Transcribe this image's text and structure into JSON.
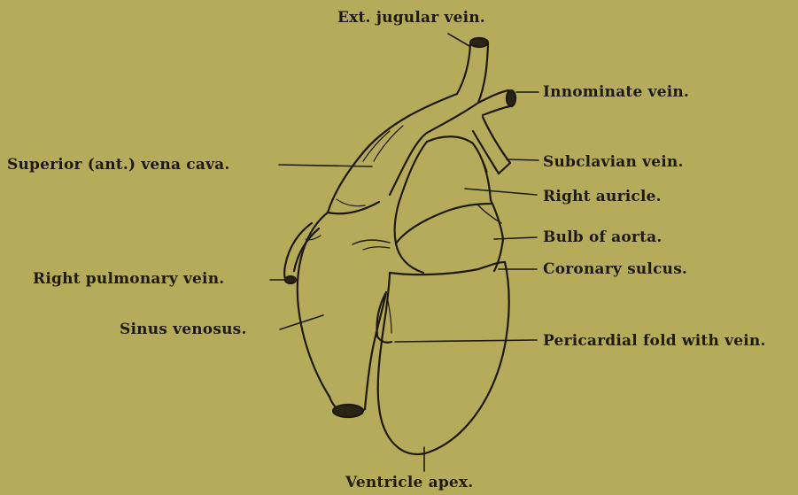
{
  "diagram": {
    "labels": {
      "ext_jugular_vein": "Ext. jugular vein.",
      "innominate_vein": "Innominate vein.",
      "superior_vena_cava": "Superior (ant.) vena cava.",
      "subclavian_vein": "Subclavian vein.",
      "right_auricle": "Right auricle.",
      "bulb_of_aorta": "Bulb of aorta.",
      "right_pulmonary_vein": "Right pulmonary vein.",
      "coronary_sulcus": "Coronary sulcus.",
      "sinus_venosus": "Sinus venosus.",
      "pericardial_fold": "Pericardial fold with vein.",
      "ventricle_apex": "Ventricle apex."
    },
    "colors": {
      "background": "#b5ab5a",
      "ink": "#1e1a0e"
    }
  }
}
